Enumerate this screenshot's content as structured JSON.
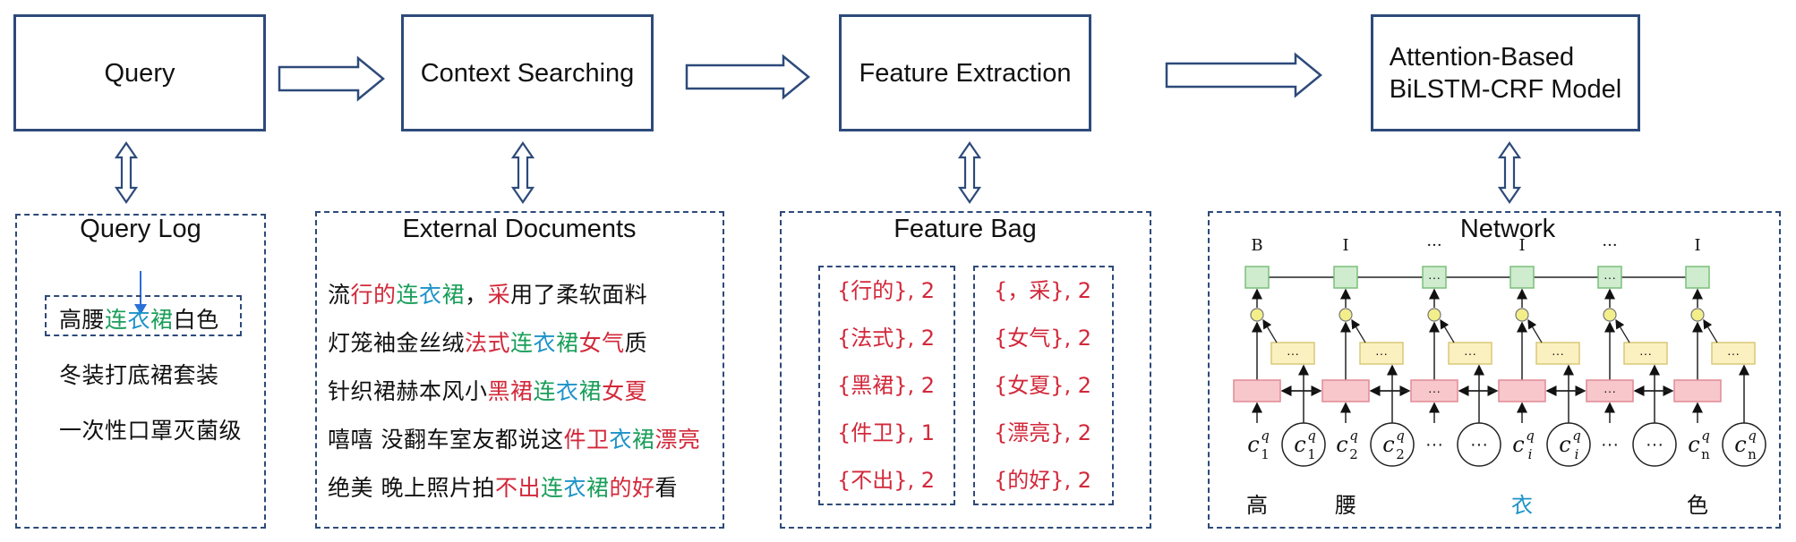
{
  "stages": [
    {
      "label": "Query"
    },
    {
      "label": "Context Searching"
    },
    {
      "label": "Feature Extraction"
    },
    {
      "label": "Attention-Based\nBiLSTM-CRF Model"
    }
  ],
  "panels": {
    "query_log": {
      "title": "Query Log",
      "lines": [
        [
          {
            "t": "高腰",
            "c": "k"
          },
          {
            "t": "连",
            "c": "g"
          },
          {
            "t": "衣",
            "c": "b"
          },
          {
            "t": "裙",
            "c": "g"
          },
          {
            "t": "白色",
            "c": "k"
          }
        ],
        [
          {
            "t": "冬装打底裙套装",
            "c": "k"
          }
        ],
        [
          {
            "t": "一次性口罩灭菌级",
            "c": "k"
          }
        ]
      ]
    },
    "external_docs": {
      "title": "External Documents",
      "lines": [
        [
          {
            "t": "流",
            "c": "k"
          },
          {
            "t": "行的",
            "c": "r"
          },
          {
            "t": "连",
            "c": "g"
          },
          {
            "t": "衣",
            "c": "b"
          },
          {
            "t": "裙",
            "c": "g"
          },
          {
            "t": "，",
            "c": "k"
          },
          {
            "t": "采",
            "c": "r"
          },
          {
            "t": "用了柔软面料",
            "c": "k"
          }
        ],
        [
          {
            "t": "灯笼袖金丝绒",
            "c": "k"
          },
          {
            "t": "法式",
            "c": "r"
          },
          {
            "t": "连",
            "c": "g"
          },
          {
            "t": "衣",
            "c": "b"
          },
          {
            "t": "裙",
            "c": "g"
          },
          {
            "t": "女气",
            "c": "r"
          },
          {
            "t": "质",
            "c": "k"
          }
        ],
        [
          {
            "t": "针织裙赫本风小",
            "c": "k"
          },
          {
            "t": "黑裙",
            "c": "r"
          },
          {
            "t": "连",
            "c": "g"
          },
          {
            "t": "衣",
            "c": "b"
          },
          {
            "t": "裙",
            "c": "g"
          },
          {
            "t": "女夏",
            "c": "r"
          }
        ],
        [
          {
            "t": "嘻嘻 没翻车室友都说这",
            "c": "k"
          },
          {
            "t": "件卫",
            "c": "r"
          },
          {
            "t": "衣",
            "c": "b"
          },
          {
            "t": "裙",
            "c": "g"
          },
          {
            "t": "漂亮",
            "c": "r"
          }
        ],
        [
          {
            "t": "绝美 晚上照片拍",
            "c": "k"
          },
          {
            "t": "不出",
            "c": "r"
          },
          {
            "t": "连",
            "c": "g"
          },
          {
            "t": "衣",
            "c": "b"
          },
          {
            "t": "裙",
            "c": "g"
          },
          {
            "t": "的好",
            "c": "r"
          },
          {
            "t": "看",
            "c": "k"
          }
        ]
      ]
    },
    "feature_bag": {
      "title": "Feature Bag",
      "left": [
        "{行的}, 2",
        "{法式}, 2",
        "{黑裙}, 2",
        "{件卫}, 1",
        "{不出}, 2"
      ],
      "right": [
        "{，采}, 2",
        "{女气}, 2",
        "{女夏}, 2",
        "{漂亮}, 2",
        "{的好}, 2"
      ]
    },
    "network": {
      "title": "Network",
      "tags": [
        "B",
        "I",
        "···",
        "I",
        "···",
        "I"
      ],
      "node_dots": "···",
      "bottom_chars": [
        {
          "t": "高",
          "c": "k"
        },
        {
          "t": "腰",
          "c": "k"
        },
        {
          "t": "衣",
          "c": "b"
        },
        {
          "t": "色",
          "c": "k"
        }
      ],
      "inputs": [
        {
          "sub": "1"
        },
        {
          "sub": "2"
        },
        {
          "sub": "···"
        },
        {
          "sub": "i"
        },
        {
          "sub": "···"
        },
        {
          "sub": "n"
        }
      ],
      "input_var": "c",
      "input_sup": "q"
    }
  },
  "colors": {
    "stroke": "#2d4a7a",
    "red": "#d2283a",
    "green": "#1a9e5a",
    "blue": "#1e93c8",
    "pink_fill": "#f7c7cc",
    "yellow_fill": "#fbf0c0",
    "green_fill": "#cfeccf",
    "dot_fill": "#f2ee8a"
  }
}
